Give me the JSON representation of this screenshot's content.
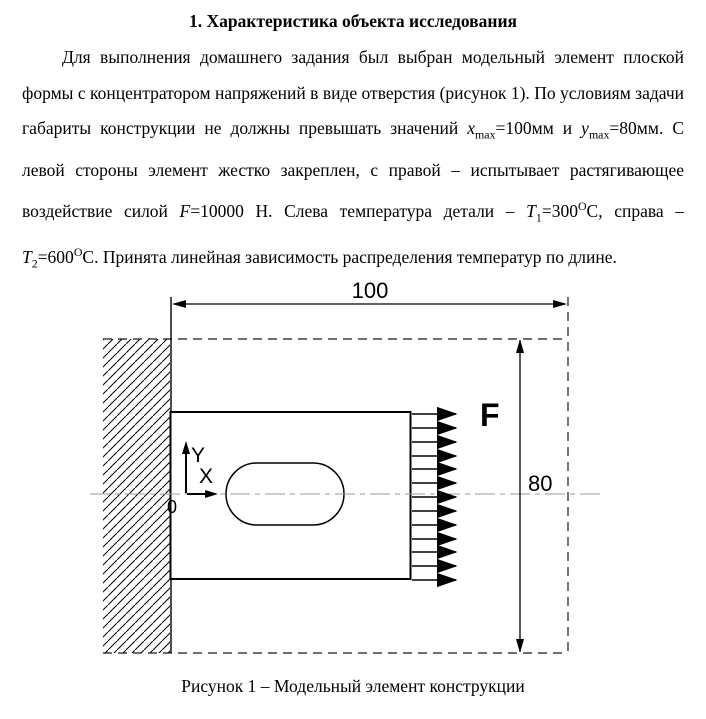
{
  "document": {
    "title": "1.  Характеристика объекта исследования",
    "paragraph_runs": [
      {
        "t": "Для выполнения домашнего задания был выбран модельный элемент плоской формы с концентратором напряжений в виде отверстия (рисунок 1). По условиям задачи габариты конструкции не должны превышать значений "
      },
      {
        "t": "x",
        "s": "i"
      },
      {
        "t": "max",
        "s": "sub"
      },
      {
        "t": "=100мм и "
      },
      {
        "t": "y",
        "s": "i"
      },
      {
        "t": "max",
        "s": "sub"
      },
      {
        "t": "=80мм. С левой стороны элемент жестко закреплен, с правой – испытывает растягивающее воздействие силой "
      },
      {
        "t": "F",
        "s": "i"
      },
      {
        "t": "=10000 Н. Слева температура детали – "
      },
      {
        "t": "T",
        "s": "i"
      },
      {
        "t": "1",
        "s": "sub"
      },
      {
        "t": "=300"
      },
      {
        "t": "О",
        "s": "sup"
      },
      {
        "t": "С, справа – "
      },
      {
        "t": "T",
        "s": "i"
      },
      {
        "t": "2",
        "s": "sub"
      },
      {
        "t": "=600"
      },
      {
        "t": "О",
        "s": "sup"
      },
      {
        "t": "С. Принята линейная зависимость распределения температур по длине."
      }
    ],
    "figure_caption": "Рисунок 1 –  Модельный элемент конструкции"
  },
  "figure": {
    "dim_width_label": "100",
    "dim_height_label": "80",
    "force_label": "F",
    "axis_x_label": "X",
    "axis_y_label": "Y",
    "origin_label": "0",
    "line_color": "#000000",
    "centerline_color": "#9a9a9a"
  }
}
